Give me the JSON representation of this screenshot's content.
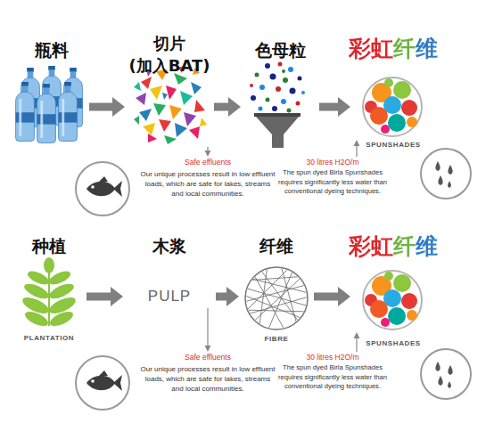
{
  "diagram": {
    "nodes": [
      {
        "text": [
          "瓶料"
        ]
      },
      {
        "text": [
          "切片 (加入BAT)"
        ]
      },
      {
        "text": [
          "色母粒"
        ]
      },
      {
        "text": [
          "彩虹纤维",
          "SPUNSHADES"
        ]
      },
      {
        "text": [
          "Safe effluents",
          "Our unique processes result in low effluent loads, which are safe for lakes, streams and local communities."
        ]
      },
      {
        "text": [
          "30 litres H2O/m",
          "The spun dyed Birla Spunshades requires significantly less water than conventional dyeing techniques."
        ]
      },
      {
        "text": [
          "种植",
          "PLANTATION"
        ]
      },
      {
        "text": [
          "木浆",
          "PULP"
        ]
      },
      {
        "text": [
          "纤维",
          "FIBRE"
        ]
      },
      {
        "text": [
          "彩虹纤维",
          "SPUNSHADES"
        ]
      },
      {
        "text": [
          "Safe effluents",
          "Our unique processes result in low effluent loads, which are safe for lakes, streams and local communities."
        ]
      },
      {
        "text": [
          "30 litres H2O/m",
          "The spun dyed Birla Spunshades requires significantly less water than conventional dyeing techniques."
        ]
      }
    ],
    "edges": [
      {
        "from": 0,
        "to": 1,
        "arrow": "to"
      },
      {
        "from": 1,
        "to": 2,
        "arrow": "to"
      },
      {
        "from": 2,
        "to": 3,
        "arrow": "to"
      },
      {
        "from": 1,
        "to": 4,
        "arrow": "to"
      },
      {
        "from": 5,
        "to": 3,
        "arrow": "to"
      },
      {
        "from": 6,
        "to": 7,
        "arrow": "to"
      },
      {
        "from": 7,
        "to": 8,
        "arrow": "to"
      },
      {
        "from": 8,
        "to": 9,
        "arrow": "to"
      },
      {
        "from": 7,
        "to": 10,
        "arrow": "to"
      },
      {
        "from": 11,
        "to": 9,
        "arrow": "to"
      }
    ]
  }
}
